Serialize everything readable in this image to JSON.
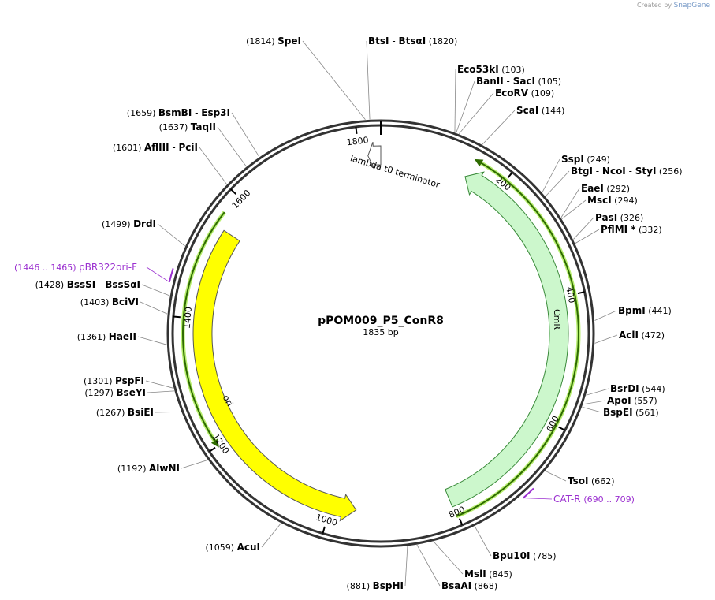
{
  "credit": {
    "prefix": "Created by",
    "brand": "SnapGene"
  },
  "plasmid": {
    "name": "pPOM009_P5_ConR8",
    "size_label": "1835 bp",
    "length": 1835
  },
  "ticks": [
    {
      "pos": 200,
      "label": "200"
    },
    {
      "pos": 400,
      "label": "400"
    },
    {
      "pos": 600,
      "label": "600"
    },
    {
      "pos": 800,
      "label": "800"
    },
    {
      "pos": 1000,
      "label": "1000"
    },
    {
      "pos": 1200,
      "label": "1200"
    },
    {
      "pos": 1400,
      "label": "1400"
    },
    {
      "pos": 1600,
      "label": "1600"
    },
    {
      "pos": 1800,
      "label": "1800"
    }
  ],
  "features": [
    {
      "name": "CmR",
      "start": 144,
      "end": 803,
      "color": "#ccf7cc",
      "stroke": "#3a8a3a",
      "direction": "reverse"
    },
    {
      "name": "ori",
      "start": 958,
      "end": 1546,
      "color": "#ffff00",
      "stroke": "#555555",
      "direction": "reverse"
    },
    {
      "name": "lambda t0 terminator",
      "start": 1814,
      "end": 1835,
      "color": "#ffffff",
      "stroke": "#555555",
      "direction": "reverse"
    }
  ],
  "inner_arcs": [
    {
      "start": 144,
      "end": 803,
      "color": "#2e6b00",
      "glow": "#b8ee70",
      "direction": "reverse"
    },
    {
      "start": 1197,
      "end": 1569,
      "color": "#2e6b00",
      "glow": "#b8ee70",
      "direction": "reverse"
    }
  ],
  "sites": [
    {
      "left": "(1814)",
      "name": "SpeI",
      "suffix": "",
      "pos": 1814
    },
    {
      "name": "BtsI",
      "mid": " - ",
      "name2": "BtsαI",
      "right": "(1820)",
      "pos": 1820
    },
    {
      "name": "Eco53kI",
      "right": "(103)",
      "pos": 103
    },
    {
      "name": "BanII",
      "mid": " - ",
      "name2": "SacI",
      "right": "(105)",
      "pos": 105
    },
    {
      "name": "EcoRV",
      "right": "(109)",
      "pos": 109
    },
    {
      "name": "ScaI",
      "right": "(144)",
      "pos": 144
    },
    {
      "name": "SspI",
      "right": "(249)",
      "pos": 249
    },
    {
      "name": "BtgI",
      "mid": " - ",
      "name2": "NcoI",
      "mid2": " - ",
      "name3": "StyI",
      "right": "(256)",
      "pos": 256
    },
    {
      "name": "EaeI",
      "right": "(292)",
      "pos": 292
    },
    {
      "name": "MscI",
      "right": "(294)",
      "pos": 294
    },
    {
      "name": "PasI",
      "right": "(326)",
      "pos": 326
    },
    {
      "name": "PflMI *",
      "right": "(332)",
      "pos": 332
    },
    {
      "name": "BpmI",
      "right": "(441)",
      "pos": 441
    },
    {
      "name": "AclI",
      "right": "(472)",
      "pos": 472
    },
    {
      "name": "BsrDI",
      "right": "(544)",
      "pos": 544
    },
    {
      "name": "ApoI",
      "right": "(557)",
      "pos": 557
    },
    {
      "name": "BspEI",
      "right": "(561)",
      "pos": 561
    },
    {
      "name": "TsoI",
      "right": "(662)",
      "pos": 662
    },
    {
      "name": "Bpu10I",
      "right": "(785)",
      "pos": 785
    },
    {
      "name": "MslI",
      "right": "(845)",
      "pos": 845
    },
    {
      "name": "BsaAI",
      "right": "(868)",
      "pos": 868
    },
    {
      "left": "(881)",
      "name": "BspHI",
      "pos": 881
    },
    {
      "left": "(1059)",
      "name": "AcuI",
      "pos": 1059
    },
    {
      "left": "(1192)",
      "name": "AlwNI",
      "pos": 1192
    },
    {
      "left": "(1267)",
      "name": "BsiEI",
      "pos": 1267
    },
    {
      "left": "(1297)",
      "name": "BseYI",
      "pos": 1297
    },
    {
      "left": "(1301)",
      "name": "PspFI",
      "pos": 1301
    },
    {
      "left": "(1361)",
      "name": "HaeII",
      "pos": 1361
    },
    {
      "left": "(1403)",
      "name": "BciVI",
      "pos": 1403
    },
    {
      "left": "(1428)",
      "name": "BssSI",
      "mid": " - ",
      "name2": "BssSαI",
      "pos": 1428
    },
    {
      "left": "(1499)",
      "name": "DrdI",
      "pos": 1499
    },
    {
      "left": "(1601)",
      "name": "AflIII",
      "mid": " - ",
      "name2": "PciI",
      "pos": 1601
    },
    {
      "left": "(1637)",
      "name": "TaqII",
      "pos": 1637
    },
    {
      "left": "(1659)",
      "name": "BsmBI",
      "mid": " - ",
      "name2": "Esp3I",
      "pos": 1659
    }
  ],
  "primers": [
    {
      "name": "pBR322ori-F",
      "range": "(1446 .. 1465)",
      "start": 1446,
      "end": 1465,
      "color": "#9b30d0"
    },
    {
      "name": "CAT-R",
      "range": "(690 .. 709)",
      "start": 690,
      "end": 709,
      "color": "#9b30d0"
    }
  ]
}
